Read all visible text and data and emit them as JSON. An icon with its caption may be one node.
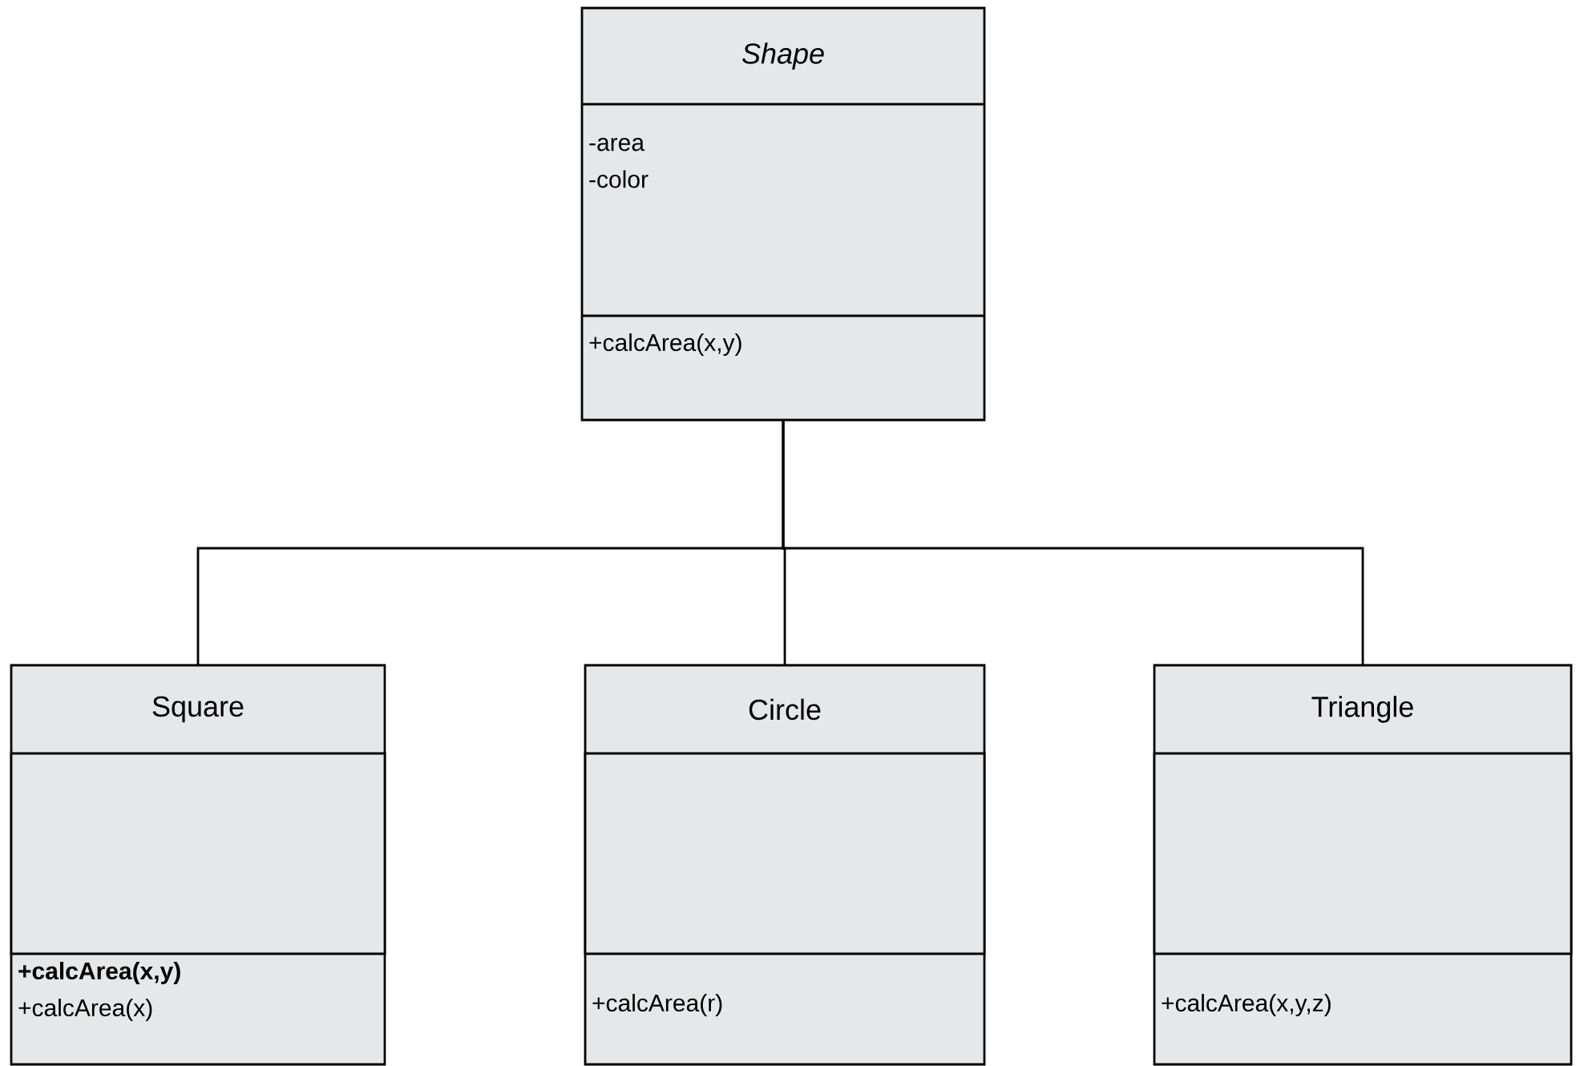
{
  "diagram": {
    "nodes": [
      {
        "text": [],
        "shape": "box"
      },
      {
        "text": [
          "Shape"
        ],
        "in": 0
      },
      {
        "text": [
          "-area",
          "-color"
        ],
        "in": 0
      },
      {
        "text": [
          "+calcArea(x,y)"
        ],
        "in": 0
      },
      {
        "text": [],
        "shape": "box"
      },
      {
        "text": [
          "Square"
        ],
        "in": 4
      },
      {
        "text": [],
        "shape": "box",
        "in": 4
      },
      {
        "text": [
          "+calcArea(x,y)",
          "+calcArea(x)"
        ],
        "in": 4
      },
      {
        "text": [],
        "shape": "box"
      },
      {
        "text": [
          "Circle"
        ],
        "in": 8
      },
      {
        "text": [],
        "shape": "box",
        "in": 8
      },
      {
        "text": [
          "+calcArea(r)"
        ],
        "in": 8
      },
      {
        "text": [],
        "shape": "box"
      },
      {
        "text": [
          "Triangle"
        ],
        "in": 12
      },
      {
        "text": [],
        "shape": "box",
        "in": 12
      },
      {
        "text": [
          "+calcArea(x,y,z)"
        ],
        "in": 12
      }
    ],
    "edges": [
      {
        "from": 0,
        "to": 4,
        "arrow": "none"
      },
      {
        "from": 0,
        "to": 8,
        "arrow": "none"
      },
      {
        "from": 0,
        "to": 12,
        "arrow": "none"
      }
    ]
  }
}
